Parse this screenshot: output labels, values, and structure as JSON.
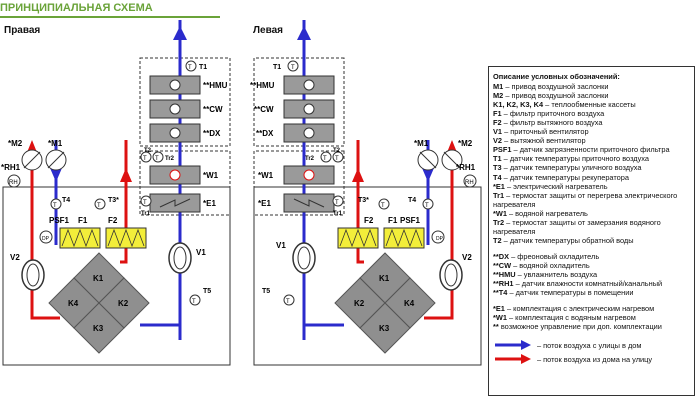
{
  "header": {
    "title": "ПРИНЦИПИАЛЬНАЯ СХЕМА"
  },
  "sides": {
    "right": "Правая",
    "left": "Левая"
  },
  "labels": {
    "M1": "*M1",
    "M2": "*M2",
    "RH1": "*RH1",
    "RH": "RH",
    "T1": "T1",
    "T2": "T2",
    "T3": "T3*",
    "T4": "T4",
    "T5": "T5",
    "T": "T",
    "Tr2": "Tr2",
    "Tr1": "Tr1",
    "DP": "DP",
    "PSF1": "PSF1",
    "F1": "F1",
    "F2": "F2",
    "V1": "V1",
    "V2": "V2",
    "K1": "K1",
    "K2": "K2",
    "K3": "K3",
    "K4": "K4",
    "HMU": "**HMU",
    "CW": "**CW",
    "DX": "**DX",
    "W1": "*W1",
    "E1": "*E1"
  },
  "legend": {
    "title": "Описание условных обозначений:",
    "items": [
      {
        "key": "M1",
        "text": " – привод воздушной заслонки"
      },
      {
        "key": "M2",
        "text": " – привод воздушной заслонки"
      },
      {
        "key": "K1, K2, K3, K4",
        "text": " – теплообменные кассеты"
      },
      {
        "key": "F1",
        "text": " – фильтр приточного воздуха"
      },
      {
        "key": "F2",
        "text": " – фильтр вытяжного воздуха"
      },
      {
        "key": "V1",
        "text": " – приточный вентилятор"
      },
      {
        "key": "V2",
        "text": " – вытяжной вентилятор"
      },
      {
        "key": "PSF1",
        "text": " – датчик загрязненности приточного фильтра"
      },
      {
        "key": "T1",
        "text": " – датчик температуры приточного воздуха"
      },
      {
        "key": "T3",
        "text": " – датчик температуры уличного воздуха"
      },
      {
        "key": "T4",
        "text": " – датчик температуры рекуператора"
      },
      {
        "key": "*E1",
        "text": " – электрический нагреватель"
      },
      {
        "key": "Tr1",
        "text": " – термостат защиты от перегрева электрического нагревателя"
      },
      {
        "key": "*W1",
        "text": " – водяной нагреватель"
      },
      {
        "key": "Tr2",
        "text": " – термостат защиты от замерзания водяного нагревателя"
      },
      {
        "key": "T2",
        "text": " – датчик температуры обратной воды"
      }
    ],
    "items2": [
      {
        "key": "**DX",
        "text": " – фреоновый охладитель"
      },
      {
        "key": "**CW",
        "text": " – водяной охладитель"
      },
      {
        "key": "**HMU",
        "text": " – увлажнитель воздуха"
      },
      {
        "key": "**RH1",
        "text": " – датчик влажности комнатный/канальный"
      },
      {
        "key": "**T4",
        "text": " – датчик температуры в помещении"
      }
    ],
    "notes": [
      {
        "key": "*E1",
        "text": " – комплектация с электрическим нагревом"
      },
      {
        "key": "*W1",
        "text": " – комплектация с водяным нагревом"
      },
      {
        "key": "**",
        "text": " возможное управление при доп. комплектации"
      }
    ],
    "arrows": [
      {
        "text": "– поток воздуха с улицы в дом",
        "color": "#2b2bcc"
      },
      {
        "text": "– поток воздуха из дома на улицу",
        "color": "#dd1111"
      }
    ]
  },
  "colors": {
    "supply": "#2b2bcc",
    "exhaust": "#dd1111",
    "unit_gray": "#9a9a9a",
    "filter_yellow": "#f3ee3a",
    "header_green": "#6aa339"
  }
}
